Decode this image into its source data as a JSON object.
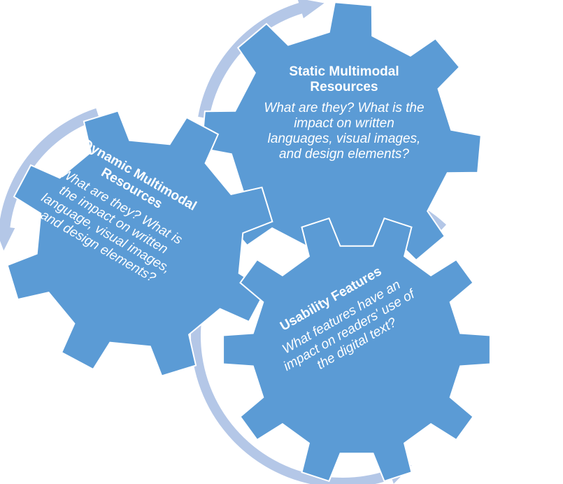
{
  "gears": {
    "static": {
      "title": "Static Multimodal Resources",
      "body": "What are they? What is the impact on written languages, visual images, and design elements?"
    },
    "dynamic": {
      "title": "Dynamic Multimodal Resources",
      "body": "What are they? What is the impact on written language, visual images, and design elements?"
    },
    "usability": {
      "title": "Usability Features",
      "body": "What features have an impact on readers' use of the digital text?"
    }
  },
  "colors": {
    "gear_fill": "#5b9bd5",
    "arrow_fill": "#b4c7e7",
    "text": "#ffffff"
  }
}
